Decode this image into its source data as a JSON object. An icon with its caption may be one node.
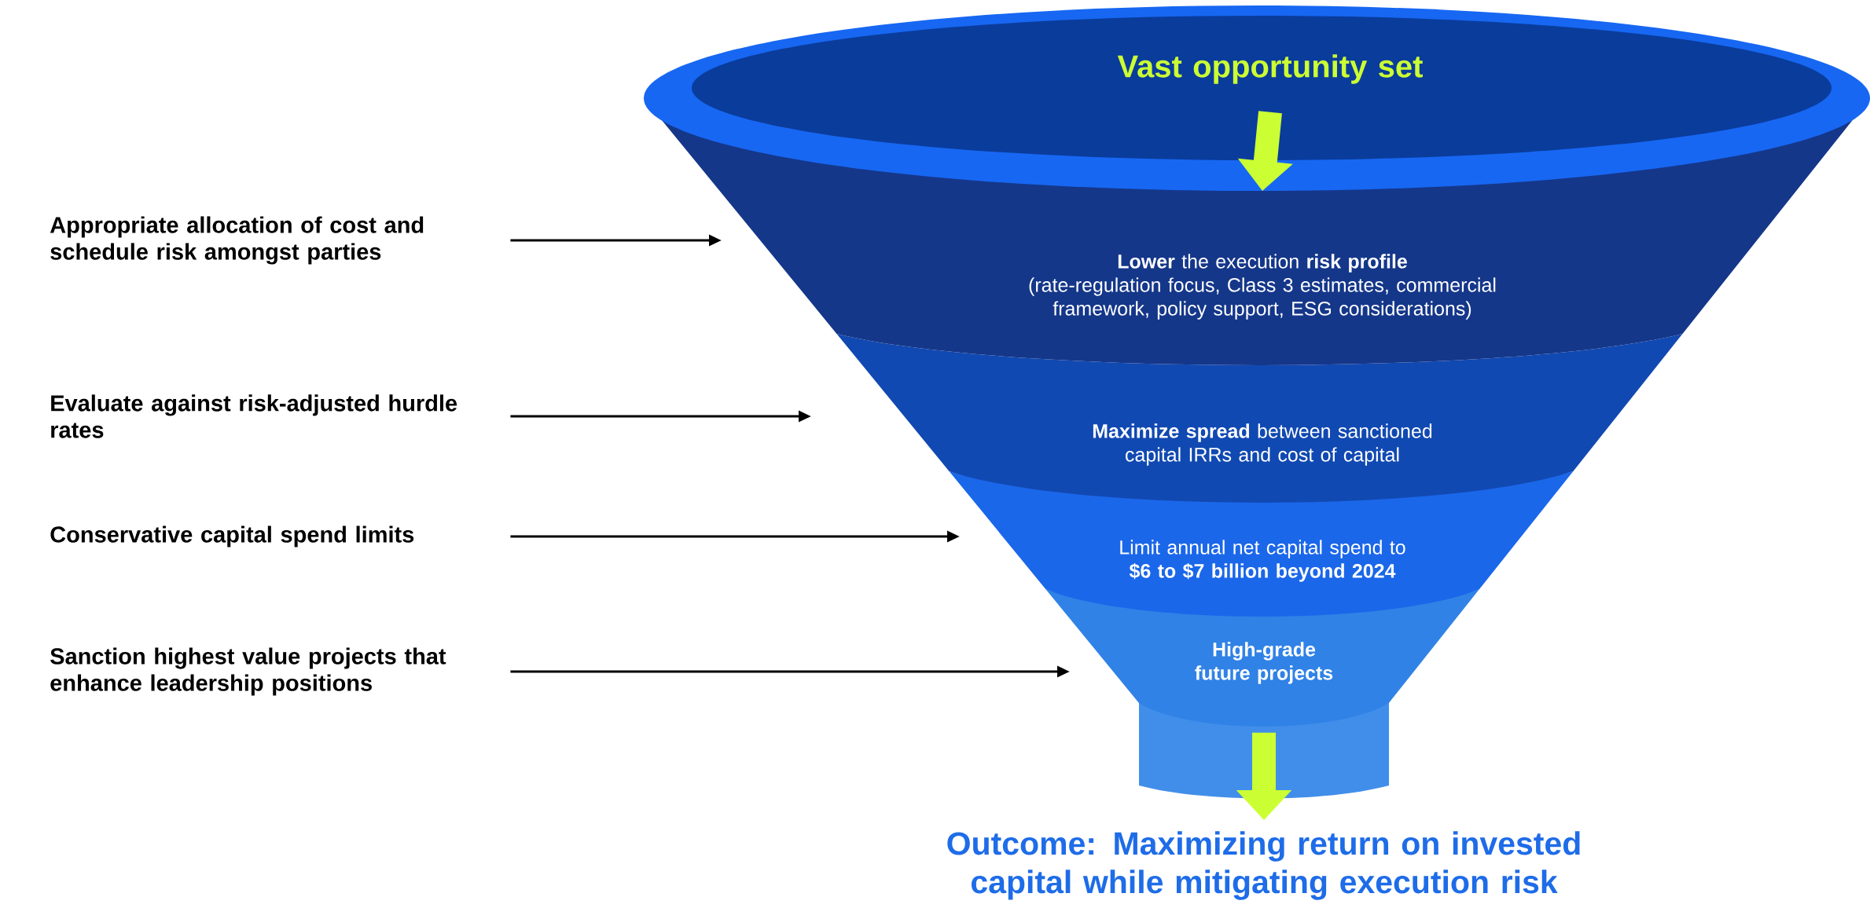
{
  "diagram": {
    "nodes": [
      {
        "text": [
          "Vast opportunity set"
        ]
      },
      {
        "text": [
          "**Lower** the execution **risk profile**",
          "(rate-regulation focus, Class 3 estimates, commercial framework, policy support, ESG considerations)"
        ]
      },
      {
        "text": [
          "**Maximize spread** between sanctioned capital IRRs and cost of capital"
        ]
      },
      {
        "text": [
          "Limit annual net capital spend to",
          "$6 to $7 billion beyond 2024"
        ]
      },
      {
        "text": [
          "High-grade future projects"
        ]
      },
      {
        "text": [
          "Appropriate allocation of cost and schedule risk amongst parties"
        ]
      },
      {
        "text": [
          "Evaluate against risk-adjusted hurdle rates"
        ]
      },
      {
        "text": [
          "Conservative capital spend limits"
        ]
      },
      {
        "text": [
          "Sanction highest value projects that enhance leadership positions"
        ]
      },
      {
        "text": [
          "Outcome: Maximizing return on invested capital while mitigating execution risk"
        ]
      }
    ],
    "edges": [
      {
        "from": 0,
        "to": 1,
        "arrow": "to",
        "style": "thick",
        "color": "#ccff33"
      },
      {
        "from": 5,
        "to": 1,
        "arrow": "to"
      },
      {
        "from": 6,
        "to": 2,
        "arrow": "to"
      },
      {
        "from": 7,
        "to": 3,
        "arrow": "to"
      },
      {
        "from": 8,
        "to": 4,
        "arrow": "to"
      },
      {
        "from": 4,
        "to": 9,
        "arrow": "to",
        "style": "thick",
        "color": "#ccff33"
      }
    ]
  }
}
